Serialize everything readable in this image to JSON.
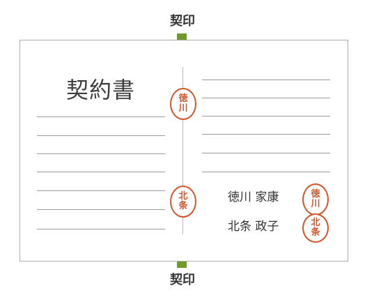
{
  "top_arrow_label": "契印",
  "bottom_arrow_label": "契印",
  "document": {
    "title": "契約書",
    "fold_seals": [
      "徳川",
      "北条"
    ],
    "signatures": [
      {
        "name": "徳川 家康",
        "seal": "徳川"
      },
      {
        "name": "北条 政子",
        "seal": "北条"
      }
    ]
  },
  "colors": {
    "arrow": "#6e9a2c",
    "seal": "#d2542b",
    "rule_line": "#9a9a9a",
    "border": "#aeaeae"
  }
}
